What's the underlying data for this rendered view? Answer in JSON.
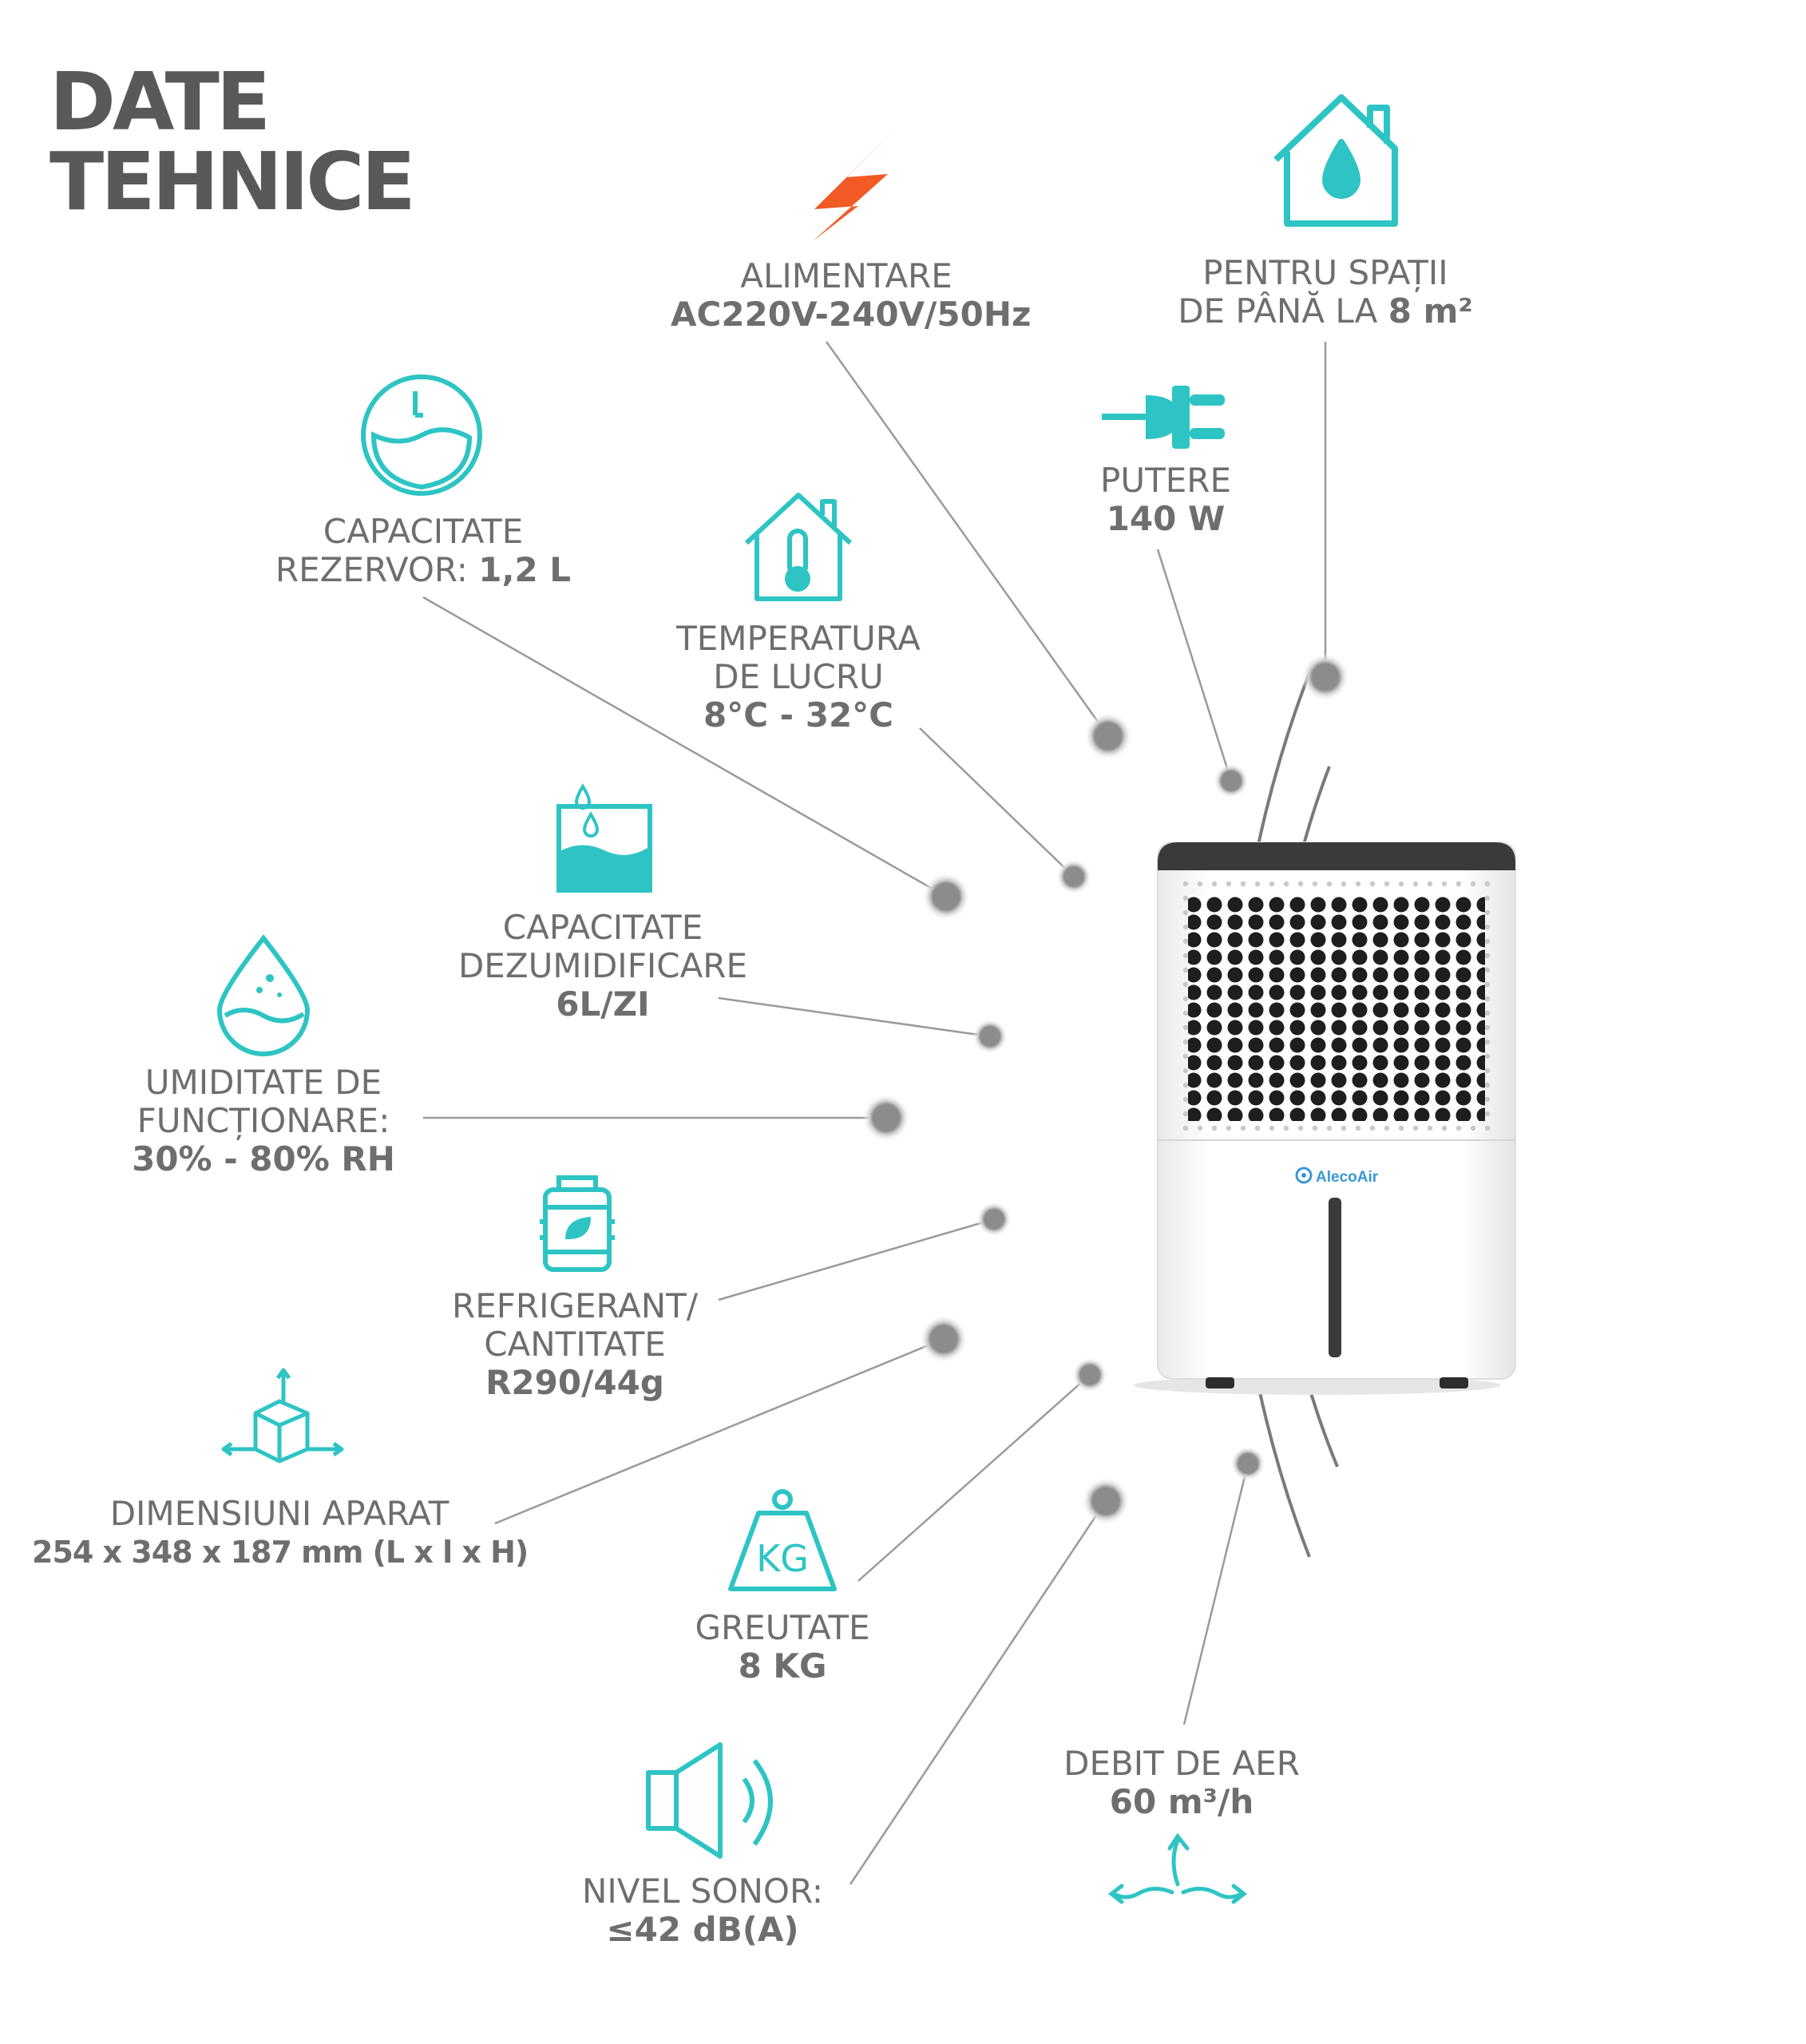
{
  "title": {
    "line1": "DATE",
    "line2": "TEHNICE"
  },
  "colors": {
    "accent": "#2ec4c4",
    "bolt": "#f15a24",
    "text": "#6d6e70",
    "line": "#8a8a8a"
  },
  "product": {
    "brand": "AlecoAir"
  },
  "specs": {
    "alimentare": {
      "label": "ALIMENTARE",
      "value": "AC220V-240V/50Hz",
      "icon": "lightning-bolt-icon"
    },
    "spatii": {
      "label": "PENTRU SPAȚII",
      "label2": "DE PÂNĂ LA",
      "value": "8 m²",
      "icon": "house-water-drop-icon"
    },
    "putere": {
      "label": "PUTERE",
      "value": "140 W",
      "icon": "power-plug-icon"
    },
    "rezervor": {
      "label": "CAPACITATE",
      "label2": "REZERVOR:",
      "value": "1,2 L",
      "icon": "tank-capacity-icon"
    },
    "temperatura": {
      "label": "TEMPERATURA",
      "label2": "DE LUCRU",
      "value": "8°C - 32°C",
      "icon": "house-thermometer-icon"
    },
    "dezumidificare": {
      "label": "CAPACITATE",
      "label2": "DEZUMIDIFICARE",
      "value": "6L/ZI",
      "icon": "water-container-icon"
    },
    "umiditate": {
      "label": "UMIDITATE DE",
      "label2": "FUNCȚIONARE:",
      "value": "30% - 80% RH",
      "icon": "humidity-drop-icon"
    },
    "refrigerant": {
      "label": "REFRIGERANT/",
      "label2": "CANTITATE",
      "value": "R290/44g",
      "icon": "refrigerant-tank-icon"
    },
    "dimensiuni": {
      "label": "DIMENSIUNI APARAT",
      "value": "254 x 348 x 187 mm (L x l x H)",
      "icon": "dimensions-cube-icon"
    },
    "greutate": {
      "label": "GREUTATE",
      "value": "8 KG",
      "icon": "weight-kg-icon",
      "icon_text": "KG"
    },
    "sonor": {
      "label": "NIVEL SONOR:",
      "value": "≤42 dB(A)",
      "icon": "speaker-sound-icon"
    },
    "debit": {
      "label": "DEBIT DE AER",
      "value": "60 m³/h",
      "icon": "airflow-arrows-icon"
    }
  }
}
